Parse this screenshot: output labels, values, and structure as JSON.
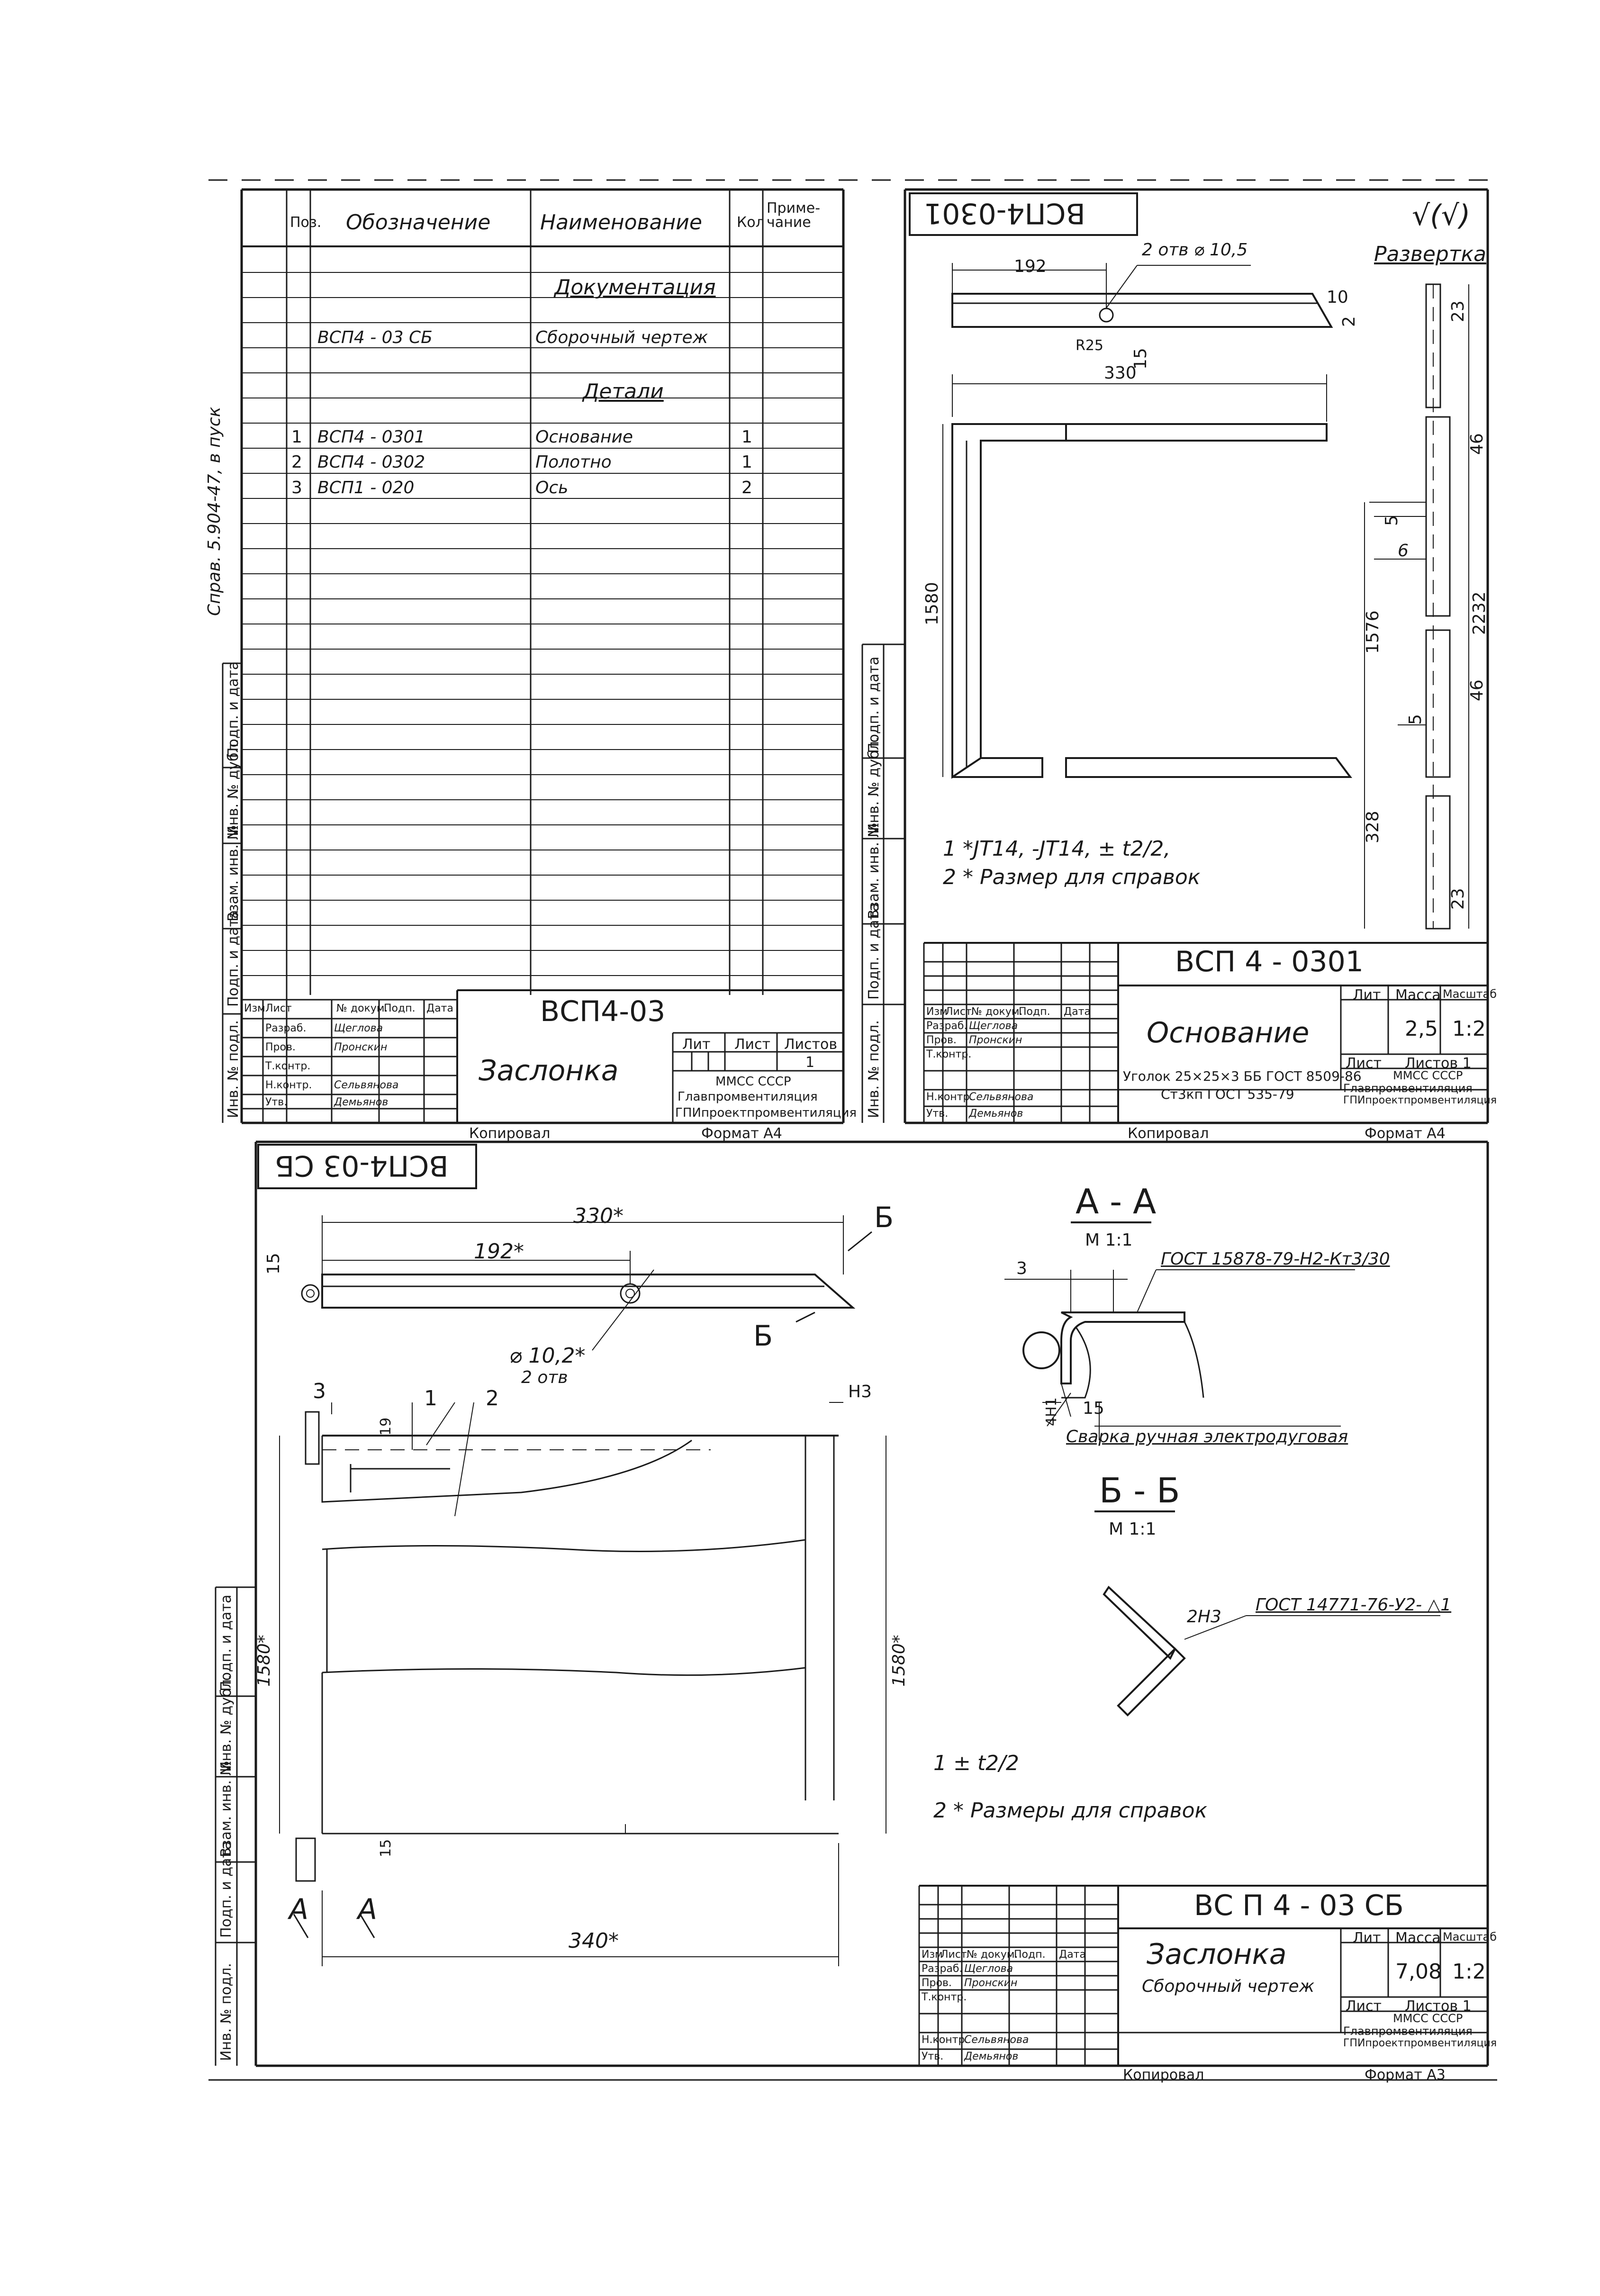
{
  "tl": {
    "headers": {
      "pos": "Поз.",
      "designation": "Обозначение",
      "name": "Наименование",
      "qty": "Кол",
      "note": "Приме-чание"
    },
    "section_docs": "Документация",
    "section_parts": "Детали",
    "rows": [
      {
        "pos": "",
        "designation": "ВСП4 - 03 СБ",
        "name": "Сборочный чертеж",
        "qty": ""
      },
      {
        "pos": "1",
        "designation": "ВСП4 - 0301",
        "name": "Основание",
        "qty": "1"
      },
      {
        "pos": "2",
        "designation": "ВСП4 - 0302",
        "name": "Полотно",
        "qty": "1"
      },
      {
        "pos": "3",
        "designation": "ВСП1 - 020",
        "name": "Ось",
        "qty": "2"
      }
    ],
    "side_vertical": "Справ. 5.904-47, в пуск",
    "side_labels": [
      "Подп. и дата",
      "Инв. № дубл.",
      "Взам. инв. №",
      "Подп. и дата",
      "Инв. № подл."
    ],
    "title_code": "ВСП4-03",
    "title_name": "Заслонка",
    "lit": "Лит",
    "sheet": "Лист",
    "sheets": "Листов",
    "sheets_val": "1",
    "org": [
      "ММСС СССР",
      "Главпромвентиляция",
      "ГПИпроектпромвентиляция"
    ],
    "copied": "Копировал",
    "format": "Формат А4",
    "roles": [
      "Изм",
      "Лист",
      "№ докум.",
      "Подп.",
      "Дата",
      "Разраб.",
      "Пров.",
      "Т.контр.",
      "Н.контр.",
      "Утв."
    ],
    "names": [
      "Щеглова",
      "Пронскин",
      "Сельвянова",
      "Демьянов"
    ]
  },
  "tr": {
    "stamp": "ВСП4-0301",
    "rough": "√(√)",
    "unfold": "Развертка",
    "dims": {
      "d192": "192",
      "d330": "330",
      "d1580": "1580",
      "d15": "15",
      "d2": "2",
      "d10": "10",
      "d125": "R25",
      "holes": "2 отв ⌀ 10,5",
      "d23": "23",
      "d46": "46",
      "d5": "5",
      "d6": "6",
      "d1576": "1576",
      "d2232": "2232",
      "d328": "328",
      "d46b": "46",
      "d23b": "23"
    },
    "note1": "1 *JT14, -JT14, ± t2/2,",
    "note2": "2 * Размер для справок",
    "code": "ВСП 4 - 0301",
    "name": "Основание",
    "lit": "Лит",
    "mass": "Масса",
    "scale": "Масштаб",
    "mass_val": "2,5",
    "scale_val": "1:2",
    "sheet": "Лист",
    "sheets": "Листов 1",
    "material1": "Уголок 25×25×3 ББ ГОСТ 8509-86",
    "material2": "Ст3кп ГОСТ 535-79",
    "org": [
      "ММСС СССР",
      "Главпромвентиляция",
      "ГПИпроектпромвентиляция"
    ],
    "copied": "Копировал",
    "format": "Формат А4",
    "roles": [
      "Изм",
      "Лист",
      "№ докум.",
      "Подп.",
      "Дата",
      "Разраб.",
      "Пров.",
      "Т.контр.",
      "Н.контр.",
      "Утв."
    ],
    "names": [
      "Щеглова",
      "Пронскин",
      "Сельвянова",
      "Демьянов"
    ]
  },
  "bot": {
    "stamp": "ВСП4-03 СБ",
    "dims": {
      "d330": "330*",
      "d192": "192*",
      "d15": "15",
      "dhole": "⌀ 10,2*",
      "holes": "2 отв",
      "b1": "Б",
      "b2": "Б",
      "p3": "3",
      "p1": "1",
      "p2": "2",
      "d19": "19",
      "n3": "Н3",
      "d1580": "1580*",
      "d1580b": "1580*",
      "d340": "340*",
      "a1": "А",
      "a2": "А",
      "d15b": "15"
    },
    "aa": "А - А",
    "aa_scale": "М 1:1",
    "aa_3": "3",
    "aa_gost": "ГОСТ 15878-79-Н2-Кт3/30",
    "aa_4n1": "4Н1",
    "aa_15": "15",
    "aa_weld": "Сварка ручная электродуговая",
    "bb": "Б - Б",
    "bb_scale": "М 1:1",
    "bb_gost": "ГОСТ 14771-76-У2- △1",
    "bb_2n3": "2Н3",
    "note1": "1 ± t2/2",
    "note2": "2 * Размеры для справок",
    "code": "ВС П 4 - 03 СБ",
    "name": "Заслонка",
    "sub": "Сборочный чертеж",
    "lit": "Лит",
    "mass": "Масса",
    "scale": "Масштаб",
    "mass_val": "7,08",
    "scale_val": "1:2",
    "sheet": "Лист",
    "sheets": "Листов 1",
    "org": [
      "ММСС СССР",
      "Главпромвентиляция",
      "ГПИпроектпромвентиляция"
    ],
    "copied": "Копировал",
    "format": "Формат А3",
    "roles": [
      "Изм",
      "Лист",
      "№ докум.",
      "Подп.",
      "Дата",
      "Разраб.",
      "Пров.",
      "Т.контр.",
      "Н.контр.",
      "Утв."
    ],
    "names": [
      "Щеглова",
      "Пронскин",
      "Сельвянова",
      "Демьянов"
    ]
  }
}
